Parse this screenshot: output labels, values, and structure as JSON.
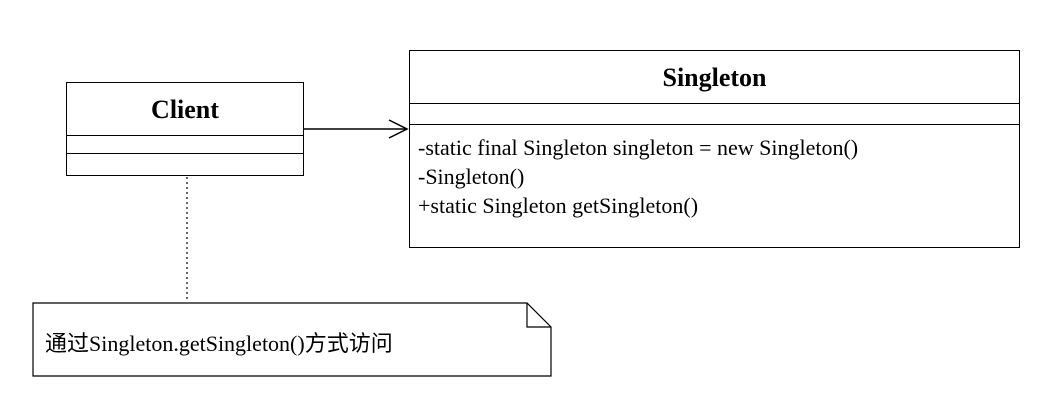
{
  "client": {
    "name": "Client"
  },
  "singleton": {
    "name": "Singleton",
    "operations": [
      "-static final Singleton singleton = new Singleton()",
      "-Singleton()",
      "+static Singleton getSingleton()"
    ]
  },
  "note": {
    "text": "通过Singleton.getSingleton()方式访问"
  }
}
